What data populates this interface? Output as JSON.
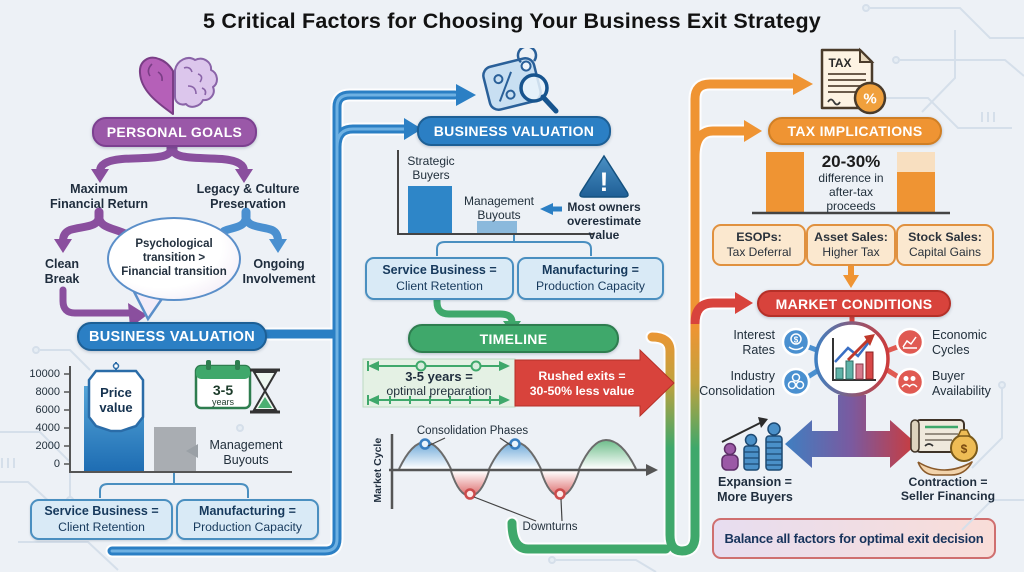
{
  "title": "5 Critical Factors for Choosing Your Business Exit Strategy",
  "colors": {
    "background": "#edf1f6",
    "purple": "#9a58a8",
    "blue": "#2b7fc4",
    "green": "#3fa86b",
    "orange": "#ef9433",
    "red": "#d8433c",
    "light_blue_box": "#d9eaf6",
    "light_orange_box": "#fbe8cf",
    "light_green_box": "#e4f1e4",
    "gray_bar": "#a9adb2",
    "navy_text": "#16395c"
  },
  "personal_goals": {
    "header": "PERSONAL GOALS",
    "max_return": "Maximum\nFinancial Return",
    "legacy": "Legacy & Culture\nPreservation",
    "clean_break": "Clean\nBreak",
    "ongoing": "Ongoing\nInvolvement",
    "bubble": "Psychological\ntransition >\nFinancial transition"
  },
  "left_valuation": {
    "header": "BUSINESS VALUATION",
    "chart": {
      "type": "bar",
      "y_ticks": [
        "10000",
        "8000",
        "6000",
        "4000",
        "2000",
        "0"
      ],
      "bars": [
        {
          "label": "Price value",
          "value": 8200
        },
        {
          "label": "Management Buyouts",
          "value": 3800
        }
      ],
      "tag": "Price\nvalue",
      "annotation": "Management\nBuyouts",
      "calendar_top": "3-5",
      "calendar_bottom": "years"
    },
    "boxes": [
      {
        "title": "Service Business =",
        "sub": "Client Retention"
      },
      {
        "title": "Manufacturing =",
        "sub": "Production Capacity"
      }
    ]
  },
  "mid_valuation": {
    "header": "BUSINESS VALUATION",
    "chart": {
      "type": "bar",
      "bar_labels": [
        "Strategic\nBuyers",
        "Management\nBuyouts"
      ]
    },
    "warning_mark": "!",
    "warning": "Most owners\noverestimate\nvalue",
    "boxes": [
      {
        "title": "Service Business =",
        "sub": "Client Retention"
      },
      {
        "title": "Manufacturing =",
        "sub": "Production Capacity"
      }
    ]
  },
  "timeline": {
    "header": "TIMELINE",
    "optimal_title": "3-5 years =",
    "optimal_sub": "optimal preparation",
    "rushed_title": "Rushed exits =",
    "rushed_sub": "30-50% less value",
    "cycle": {
      "ylabel": "Market Cycle",
      "peaks_label": "Consolidation Phases",
      "troughs_label": "Downturns"
    }
  },
  "tax": {
    "header": "TAX IMPLICATIONS",
    "icon_label": "TAX",
    "icon_pct": "%",
    "stat": "20-30%",
    "stat_sub": "difference in\nafter-tax\nproceeds",
    "boxes": [
      {
        "title": "ESOPs:",
        "sub": "Tax Deferral"
      },
      {
        "title": "Asset Sales:",
        "sub": "Higher Tax"
      },
      {
        "title": "Stock Sales:",
        "sub": "Capital Gains"
      }
    ]
  },
  "market": {
    "header": "MARKET CONDITIONS",
    "factors": [
      "Interest\nRates",
      "Industry\nConsolidation",
      "Economic\nCycles",
      "Buyer\nAvailability"
    ],
    "icons": {
      "dollar": "$"
    },
    "expansion": "Expansion =\nMore Buyers",
    "contraction": "Contraction =\nSeller Financing"
  },
  "footer": "Balance all factors for optimal exit decision"
}
